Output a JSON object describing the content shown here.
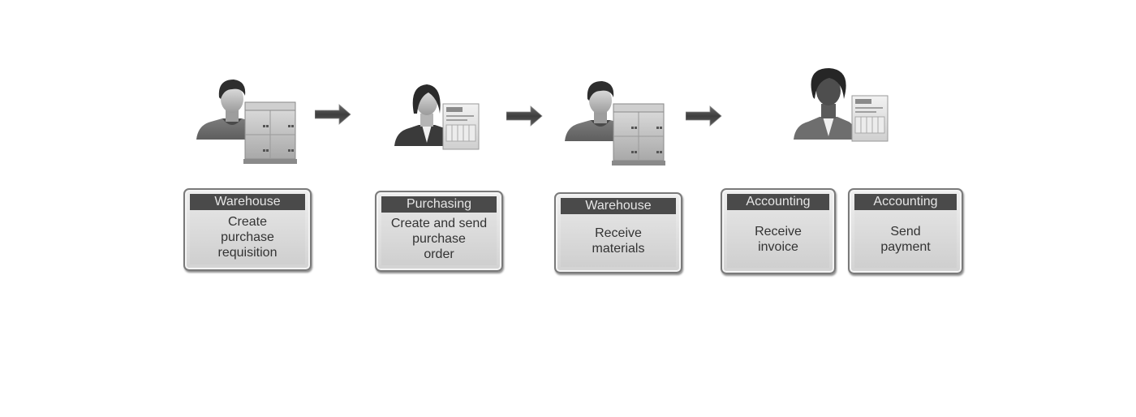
{
  "diagram": {
    "type": "process-flow",
    "title": "",
    "steps": [
      {
        "department": "Warehouse",
        "action": "Create purchase requisition",
        "action_lines": [
          "Create",
          "purchase",
          "requisition"
        ],
        "icon": "warehouse-worker-with-boxes-icon"
      },
      {
        "department": "Purchasing",
        "action": "Create and send purchase order",
        "action_lines": [
          "Create and send",
          "purchase",
          "order"
        ],
        "icon": "purchaser-with-purchase-order-icon"
      },
      {
        "department": "Warehouse",
        "action": "Receive materials",
        "action_lines": [
          "Receive",
          "materials"
        ],
        "icon": "warehouse-worker-with-boxes-icon"
      },
      {
        "department": "Accounting",
        "action": "Receive invoice",
        "action_lines": [
          "Receive",
          "invoice"
        ],
        "icon": "accountant-with-invoice-icon"
      },
      {
        "department": "Accounting",
        "action": "Send payment",
        "action_lines": [
          "Send",
          "payment"
        ],
        "icon": ""
      }
    ],
    "arrows": [
      {
        "from": 0,
        "to": 1,
        "icon": "arrow-right-icon"
      },
      {
        "from": 1,
        "to": 2,
        "icon": "arrow-right-icon"
      },
      {
        "from": 2,
        "to": 3,
        "icon": "arrow-right-icon"
      }
    ],
    "colors": {
      "header_bg": "#4a4a4a",
      "header_text": "#e6e6e6",
      "body_text": "#333333",
      "arrow": "#4d4d4d"
    }
  }
}
